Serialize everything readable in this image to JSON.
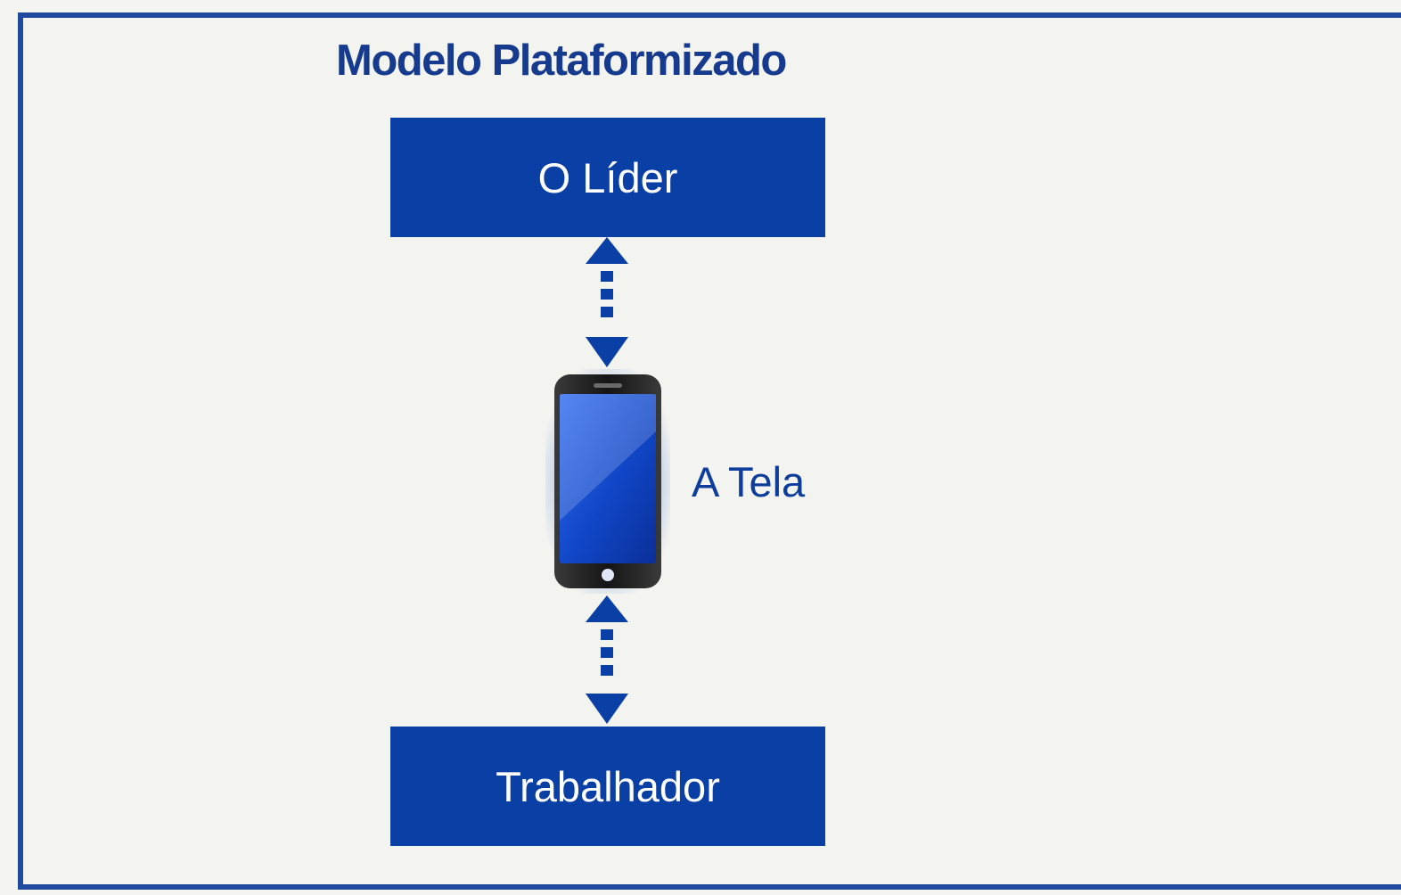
{
  "diagram": {
    "title": "Modelo Plataformizado",
    "top_node": "O Líder",
    "middle_node": "A Tela",
    "bottom_node": "Trabalhador"
  },
  "colors": {
    "frame": "#1f4aa0",
    "box_fill": "#0a3fa6",
    "title": "#163a8e",
    "background": "#f3f3ef"
  },
  "icons": [
    "smartphone-icon",
    "double-arrow-icon"
  ]
}
